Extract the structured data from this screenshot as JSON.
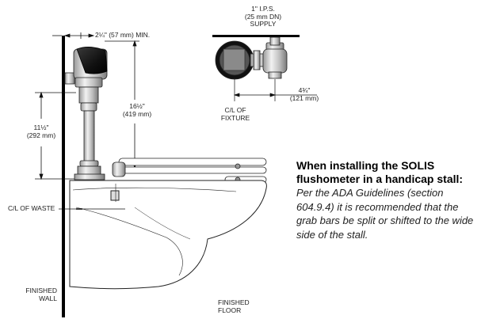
{
  "labels": {
    "min_clearance_line1": "2¼\" (57 mm) MIN.",
    "supply_line1": "1\" I.P.S.",
    "supply_line2": "(25 mm DN)",
    "supply_line3": "SUPPLY",
    "height_16_line1": "16½\"",
    "height_16_line2": "(419 mm)",
    "height_11_line1": "11½\"",
    "height_11_line2": "(292 mm)",
    "offset_line1": "4¾\"",
    "offset_line2": "(121 mm)",
    "cl_fixture_line1": "C/L OF",
    "cl_fixture_line2": "FIXTURE",
    "cl_waste": "C/L OF WASTE",
    "finished_wall_line1": "FINISHED",
    "finished_wall_line2": "WALL",
    "finished_floor_line1": "FINISHED",
    "finished_floor_line2": "FLOOR"
  },
  "note": {
    "title_line1": "When installing the SOLIS",
    "title_line2": "flushometer in a handicap stall:",
    "body": "Per the ADA Guidelines (section 604.9.4) it is recommended that the grab bars be split or shifted to the wide side of the stall."
  },
  "colors": {
    "line": "#111111",
    "wall": "#000000",
    "sensor_dark": "#1a1a1a"
  }
}
